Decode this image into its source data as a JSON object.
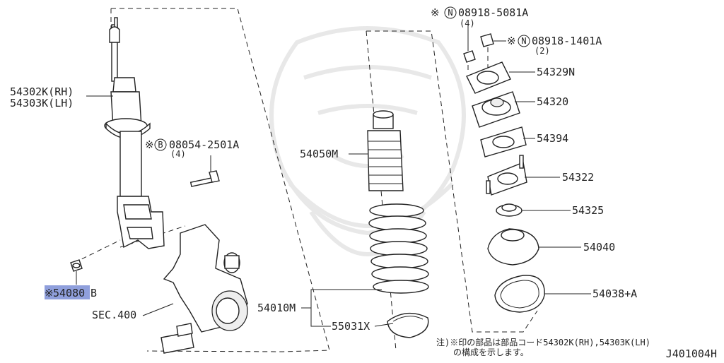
{
  "labels": {
    "strut_rh": "54302K(RH)",
    "strut_lh": "54303K(LH)",
    "bolt_prefix": "※",
    "bolt_code": "08054-2501A",
    "bolt_qty": "(4)",
    "nut_lower_prefix": "※",
    "nut_lower_code": "54080",
    "nut_lower_suffix": "B",
    "sec": "SEC.400",
    "bound_bumper": "54050M",
    "coil_spring": "54010M",
    "seat_lower": "55031X",
    "nut_top_prefix": "※",
    "nut_top_code": "08918-5081A",
    "nut_top_qty": "(4)",
    "nut_small_prefix": "※",
    "nut_small_code": "08918-1401A",
    "nut_small_qty": "(2)",
    "mount_plate": "54329N",
    "mount_insulator": "54320",
    "gasket": "54394",
    "mount_bracket": "54322",
    "bearing": "54325",
    "spring_seat": "54040",
    "rubber_seat": "54038+A"
  },
  "footnote": {
    "line1": "注)※印の部品は部品コード54302K(RH),54303K(LH)",
    "line2": "の構成を示します。"
  },
  "diagram_id": "J401004H",
  "circled": {
    "bolt": "B",
    "nut": "N"
  },
  "colors": {
    "highlight": "#8f9fdc",
    "ink": "#222222"
  }
}
